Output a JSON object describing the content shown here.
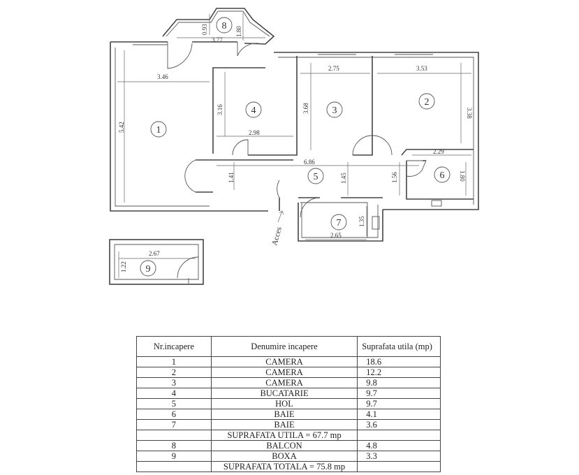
{
  "plan": {
    "rooms": [
      {
        "num": "1"
      },
      {
        "num": "2"
      },
      {
        "num": "3"
      },
      {
        "num": "4"
      },
      {
        "num": "5"
      },
      {
        "num": "6"
      },
      {
        "num": "7"
      },
      {
        "num": "8"
      },
      {
        "num": "9"
      }
    ],
    "dims": {
      "r8_w": "3.77",
      "r8_h1": "0.93",
      "r8_h2": "1.80",
      "r1_w": "3.46",
      "r1_h": "5.42",
      "r4_w": "2.98",
      "r4_h": "3.16",
      "r3_w": "2.75",
      "r3_h": "3.68",
      "r2_w": "3.53",
      "r2_h": "3.38",
      "r5_w": "6.86",
      "r5_h1": "1.41",
      "r5_h2": "1.45",
      "r5_h3": "1.56",
      "r6_w": "2.29",
      "r6_h": "1.80",
      "r7_w": "2.65",
      "r7_h": "1.35",
      "r9_w": "2.67",
      "r9_h": "1.22"
    },
    "acces": "Acces"
  },
  "table": {
    "headers": [
      "Nr.incapere",
      "Denumire incapere",
      "Suprafata utila (mp)"
    ],
    "rows": [
      {
        "nr": "1",
        "name": "CAMERA",
        "area": "18.6"
      },
      {
        "nr": "2",
        "name": "CAMERA",
        "area": "12.2"
      },
      {
        "nr": "3",
        "name": "CAMERA",
        "area": "9.8"
      },
      {
        "nr": "4",
        "name": "BUCATARIE",
        "area": "9.7"
      },
      {
        "nr": "5",
        "name": "HOL",
        "area": "9.7"
      },
      {
        "nr": "6",
        "name": "BAIE",
        "area": "4.1"
      },
      {
        "nr": "7",
        "name": "BAIE",
        "area": "3.6"
      }
    ],
    "subtotal": "SUPRAFATA UTILA = 67.7 mp",
    "extra_rows": [
      {
        "nr": "8",
        "name": "BALCON",
        "area": "4.8"
      },
      {
        "nr": "9",
        "name": "BOXA",
        "area": "3.3"
      }
    ],
    "total": "SUPRAFATA TOTALA = 75.8 mp"
  }
}
